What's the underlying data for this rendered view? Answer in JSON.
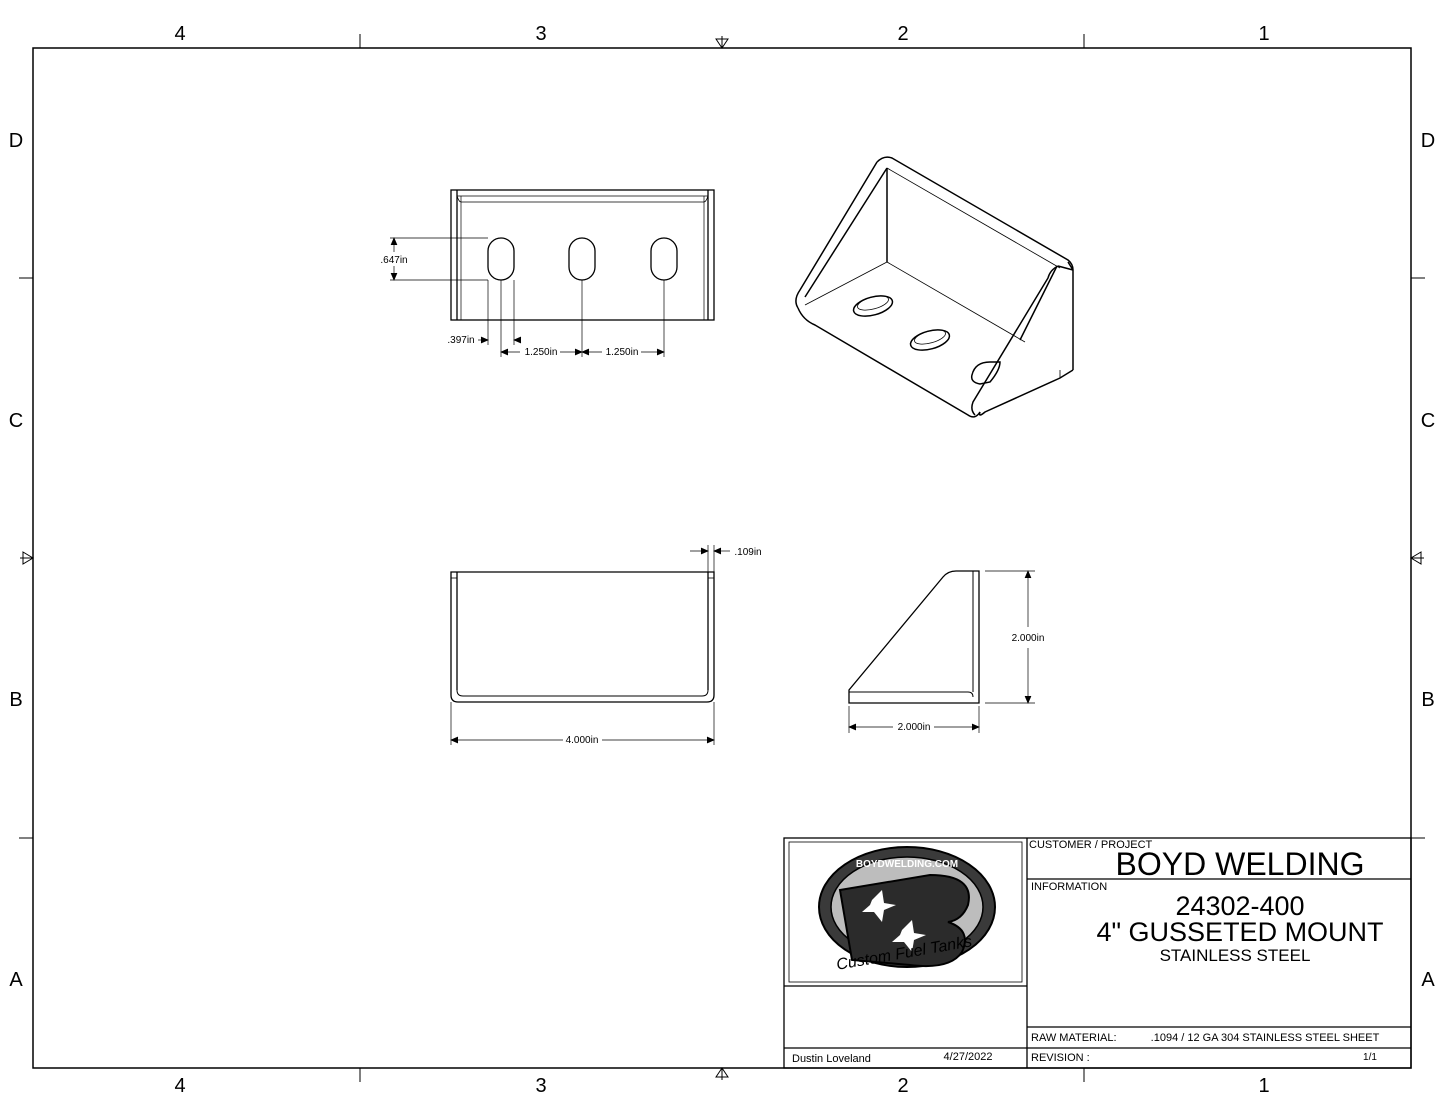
{
  "zones": {
    "top_columns": [
      "4",
      "3",
      "2",
      "1"
    ],
    "bottom_columns": [
      "4",
      "3",
      "2",
      "1"
    ],
    "left_rows": [
      "D",
      "C",
      "B",
      "A"
    ],
    "right_rows": [
      "D",
      "C",
      "B",
      "A"
    ]
  },
  "dimensions": {
    "slot_height": ".647in",
    "slot_width": ".397in",
    "slot_spacing_1": "1.250in",
    "slot_spacing_2": "1.250in",
    "thickness": ".109in",
    "length": "4.000in",
    "gusset_height": "2.000in",
    "gusset_width": "2.000in"
  },
  "title_block": {
    "customer_label": "CUSTOMER / PROJECT",
    "customer_name": "BOYD WELDING",
    "info_label": "INFORMATION",
    "part_number": "24302-400",
    "part_name": "4\" GUSSETED MOUNT",
    "material_short": "STAINLESS STEEL",
    "raw_material_label": "RAW MATERIAL:",
    "raw_material_value": ".1094 / 12 GA 304 STAINLESS STEEL SHEET",
    "revision_label": "REVISION :",
    "sheet": "1/1",
    "drawn_by": "Dustin Loveland",
    "date": "4/27/2022",
    "logo": {
      "icon": "boyd-welding-logo",
      "top_text": "BOYDWELDING.COM",
      "script_text": "Custom Fuel Tanks"
    }
  }
}
